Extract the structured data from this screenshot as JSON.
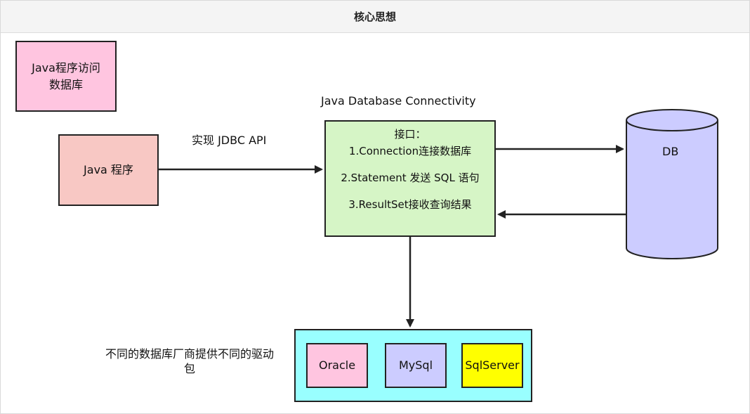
{
  "header": {
    "title": "核心思想"
  },
  "boxes": {
    "db_access": "Java程序访问\n数据库",
    "java_program": "Java 程序",
    "interface": {
      "title": "接口：",
      "items": [
        "1.Connection连接数据库",
        "2.Statement 发送 SQL 语句",
        "3.ResultSet接收查询结果"
      ]
    },
    "database": "DB",
    "drivers": [
      "Oracle",
      "MySql",
      "SqlServer"
    ]
  },
  "labels": {
    "implements": "实现 JDBC API",
    "jdbc_full_name": "Java Database Connectivity",
    "drivers_note": "不同的数据库厂商提供不同的驱动\n包"
  },
  "colors": {
    "pink": "#ffc5e0",
    "salmon": "#f8c8c4",
    "light_green": "#d6f5c6",
    "lavender": "#ccccff",
    "cyan": "#99ffff",
    "yellow": "#ffff00"
  }
}
